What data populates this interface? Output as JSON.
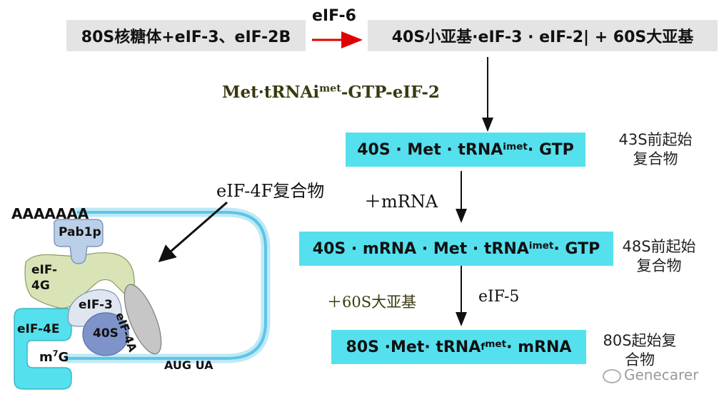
{
  "top_left_box": "80S核糖体+eIF-3、eIF-2B",
  "top_arrow_label": "eIF-6",
  "top_right_box": "40S小亚基·eIF-3 · eIF-2| + 60S大亚基",
  "met_trna_label": {
    "main": "Met·tRNAi",
    "sup": "met",
    "tail": "-GTP-eIF-2"
  },
  "box_43s": {
    "main": "40S · Met · tRNA",
    "sup": "imet",
    "tail": " · GTP"
  },
  "label_43s": [
    "43S前起始",
    "复合物"
  ],
  "plus_mrna": "＋mRNA",
  "box_48s": {
    "main": "40S · mRNA · Met · tRNA",
    "sup": "imet",
    "tail": " · GTP"
  },
  "label_48s": [
    "48S前起始",
    "复合物"
  ],
  "plus_60s": "＋60S大亚基",
  "eif5": "eIF-5",
  "box_80s": {
    "main": "80S ·Met· tRNA",
    "sub": "f",
    "sup": "met",
    "tail": " · mRNA"
  },
  "label_80s": [
    "80S起始复",
    "合物"
  ],
  "eif4f_label": "eIF-4F复合物",
  "polya": "AAAAAAA",
  "pab1p": "Pab1p",
  "eif4g": [
    "eIF-",
    "4G"
  ],
  "eif3": "eIF-3",
  "eif4a": "eIF-4A",
  "eif4e": "eIF-4E",
  "ribo40s": "40S",
  "cap": {
    "main": "m",
    "sup": "7",
    "tail": "G"
  },
  "aug_ua": "AUG  UA",
  "watermark": "Genecarer",
  "colors": {
    "cyan_box": "#55e0ee",
    "grey_box": "#e4e4e4",
    "red_arrow": "#e00000",
    "mrna_blue": "#7fd2ec",
    "label_olive": "#3a3a10"
  }
}
